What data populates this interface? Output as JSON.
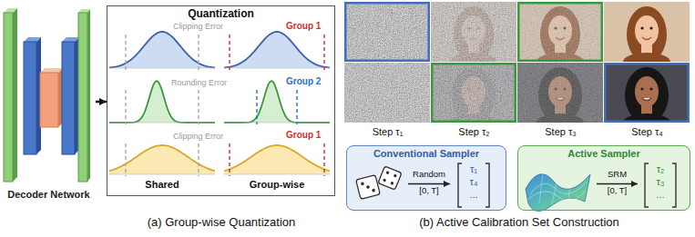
{
  "diagram": {
    "nodes": [
      {
        "text": [
          "Decoder Network"
        ]
      },
      {
        "text": [
          "Quantization"
        ]
      },
      {
        "text": [
          "Conventional Sampler"
        ]
      },
      {
        "text": [
          "Active Sampler"
        ]
      }
    ],
    "edges": [
      {
        "from": 0,
        "to": 1,
        "arrow": "to"
      }
    ],
    "labels": [
      "Clipping Error",
      "Group 1",
      "Rounding Error",
      "Group 2",
      "Clipping Error",
      "Group 1",
      "Shared",
      "Group-wise",
      "(a) Group-wise Quantization",
      "Step τ₁",
      "Step τ₂",
      "Step τ₃",
      "Step τ₄",
      "Random",
      "[0, T]",
      "τ₁",
      "τ₄",
      "...",
      "SRM",
      "[0, T]",
      "τ₂",
      "τ₃",
      "...",
      "(b) Active Calibration Set Construction"
    ]
  }
}
